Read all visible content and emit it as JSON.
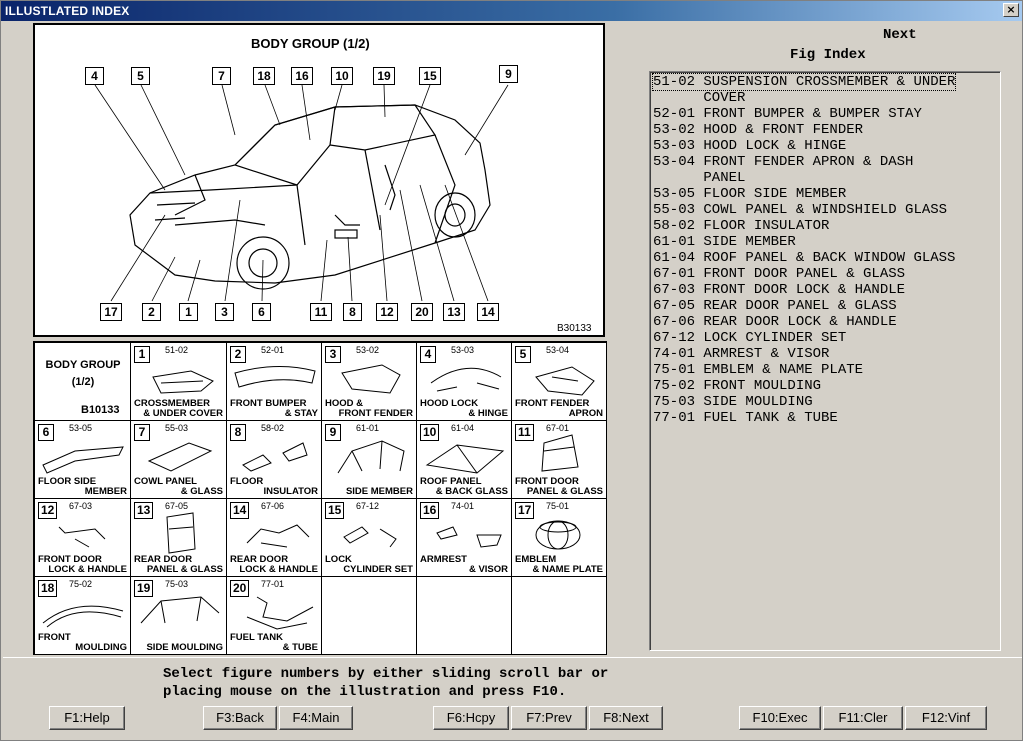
{
  "window": {
    "title": "ILLUSTLATED INDEX",
    "close_glyph": "×"
  },
  "illustration": {
    "title": "BODY GROUP (1/2)",
    "code": "B30133",
    "callouts": [
      "4",
      "5",
      "7",
      "18",
      "16",
      "10",
      "19",
      "15",
      "9",
      "17",
      "2",
      "1",
      "3",
      "6",
      "11",
      "8",
      "12",
      "20",
      "13",
      "14"
    ]
  },
  "grid": {
    "header": {
      "title_line1": "BODY GROUP",
      "title_line2": "(1/2)",
      "code": "B10133"
    },
    "cells": [
      {
        "num": "1",
        "code": "51-02",
        "l1": "CROSSMEMBER",
        "l2": "& UNDER COVER"
      },
      {
        "num": "2",
        "code": "52-01",
        "l1": "FRONT BUMPER",
        "l2": "& STAY"
      },
      {
        "num": "3",
        "code": "53-02",
        "l1": "HOOD &",
        "l2": "FRONT FENDER"
      },
      {
        "num": "4",
        "code": "53-03",
        "l1": "HOOD LOCK",
        "l2": "& HINGE"
      },
      {
        "num": "5",
        "code": "53-04",
        "l1": "FRONT FENDER",
        "l2": "APRON"
      },
      {
        "num": "6",
        "code": "53-05",
        "l1": "FLOOR SIDE",
        "l2": "MEMBER"
      },
      {
        "num": "7",
        "code": "55-03",
        "l1": "COWL PANEL",
        "l2": "& GLASS"
      },
      {
        "num": "8",
        "code": "58-02",
        "l1": "FLOOR",
        "l2": "INSULATOR"
      },
      {
        "num": "9",
        "code": "61-01",
        "l1": "",
        "l2": "SIDE MEMBER"
      },
      {
        "num": "10",
        "code": "61-04",
        "l1": "ROOF PANEL",
        "l2": "& BACK GLASS"
      },
      {
        "num": "11",
        "code": "67-01",
        "l1": "FRONT DOOR",
        "l2": "PANEL & GLASS"
      },
      {
        "num": "12",
        "code": "67-03",
        "l1": "FRONT DOOR",
        "l2": "LOCK & HANDLE"
      },
      {
        "num": "13",
        "code": "67-05",
        "l1": "REAR DOOR",
        "l2": "PANEL & GLASS"
      },
      {
        "num": "14",
        "code": "67-06",
        "l1": "REAR DOOR",
        "l2": "LOCK & HANDLE"
      },
      {
        "num": "15",
        "code": "67-12",
        "l1": "LOCK",
        "l2": "CYLINDER SET"
      },
      {
        "num": "16",
        "code": "74-01",
        "l1": "ARMREST",
        "l2": "& VISOR"
      },
      {
        "num": "17",
        "code": "75-01",
        "l1": "EMBLEM",
        "l2": "& NAME PLATE"
      },
      {
        "num": "18",
        "code": "75-02",
        "l1": "FRONT",
        "l2": "MOULDING"
      },
      {
        "num": "19",
        "code": "75-03",
        "l1": "",
        "l2": "SIDE MOULDING"
      },
      {
        "num": "20",
        "code": "77-01",
        "l1": "FUEL TANK",
        "l2": "& TUBE"
      }
    ]
  },
  "right": {
    "next_label": "Next",
    "fig_label": "Fig Index",
    "items": [
      "51-02 SUSPENSION CROSSMEMBER & UNDER",
      "      COVER",
      "52-01 FRONT BUMPER & BUMPER STAY",
      "53-02 HOOD & FRONT FENDER",
      "53-03 HOOD LOCK & HINGE",
      "53-04 FRONT FENDER APRON & DASH",
      "      PANEL",
      "53-05 FLOOR SIDE MEMBER",
      "55-03 COWL PANEL & WINDSHIELD GLASS",
      "58-02 FLOOR INSULATOR",
      "61-01 SIDE MEMBER",
      "61-04 ROOF PANEL & BACK WINDOW GLASS",
      "67-01 FRONT DOOR PANEL & GLASS",
      "67-03 FRONT DOOR LOCK & HANDLE",
      "67-05 REAR DOOR PANEL & GLASS",
      "67-06 REAR DOOR LOCK & HANDLE",
      "67-12 LOCK CYLINDER SET",
      "74-01 ARMREST & VISOR",
      "75-01 EMBLEM & NAME PLATE",
      "75-02 FRONT MOULDING",
      "75-03 SIDE MOULDING",
      "77-01 FUEL TANK & TUBE"
    ]
  },
  "bottom": {
    "message_line1": "Select figure numbers by either sliding scroll bar or",
    "message_line2": "placing mouse on the illustration and press F10.",
    "keys": [
      {
        "id": "f1",
        "label": "F1:Help"
      },
      {
        "id": "f3",
        "label": "F3:Back"
      },
      {
        "id": "f4",
        "label": "F4:Main"
      },
      {
        "id": "f6",
        "label": "F6:Hcpy"
      },
      {
        "id": "f7",
        "label": "F7:Prev"
      },
      {
        "id": "f8",
        "label": "F8:Next"
      },
      {
        "id": "f10",
        "label": "F10:Exec"
      },
      {
        "id": "f11",
        "label": "F11:Cler"
      },
      {
        "id": "f12",
        "label": "F12:Vinf"
      }
    ]
  }
}
